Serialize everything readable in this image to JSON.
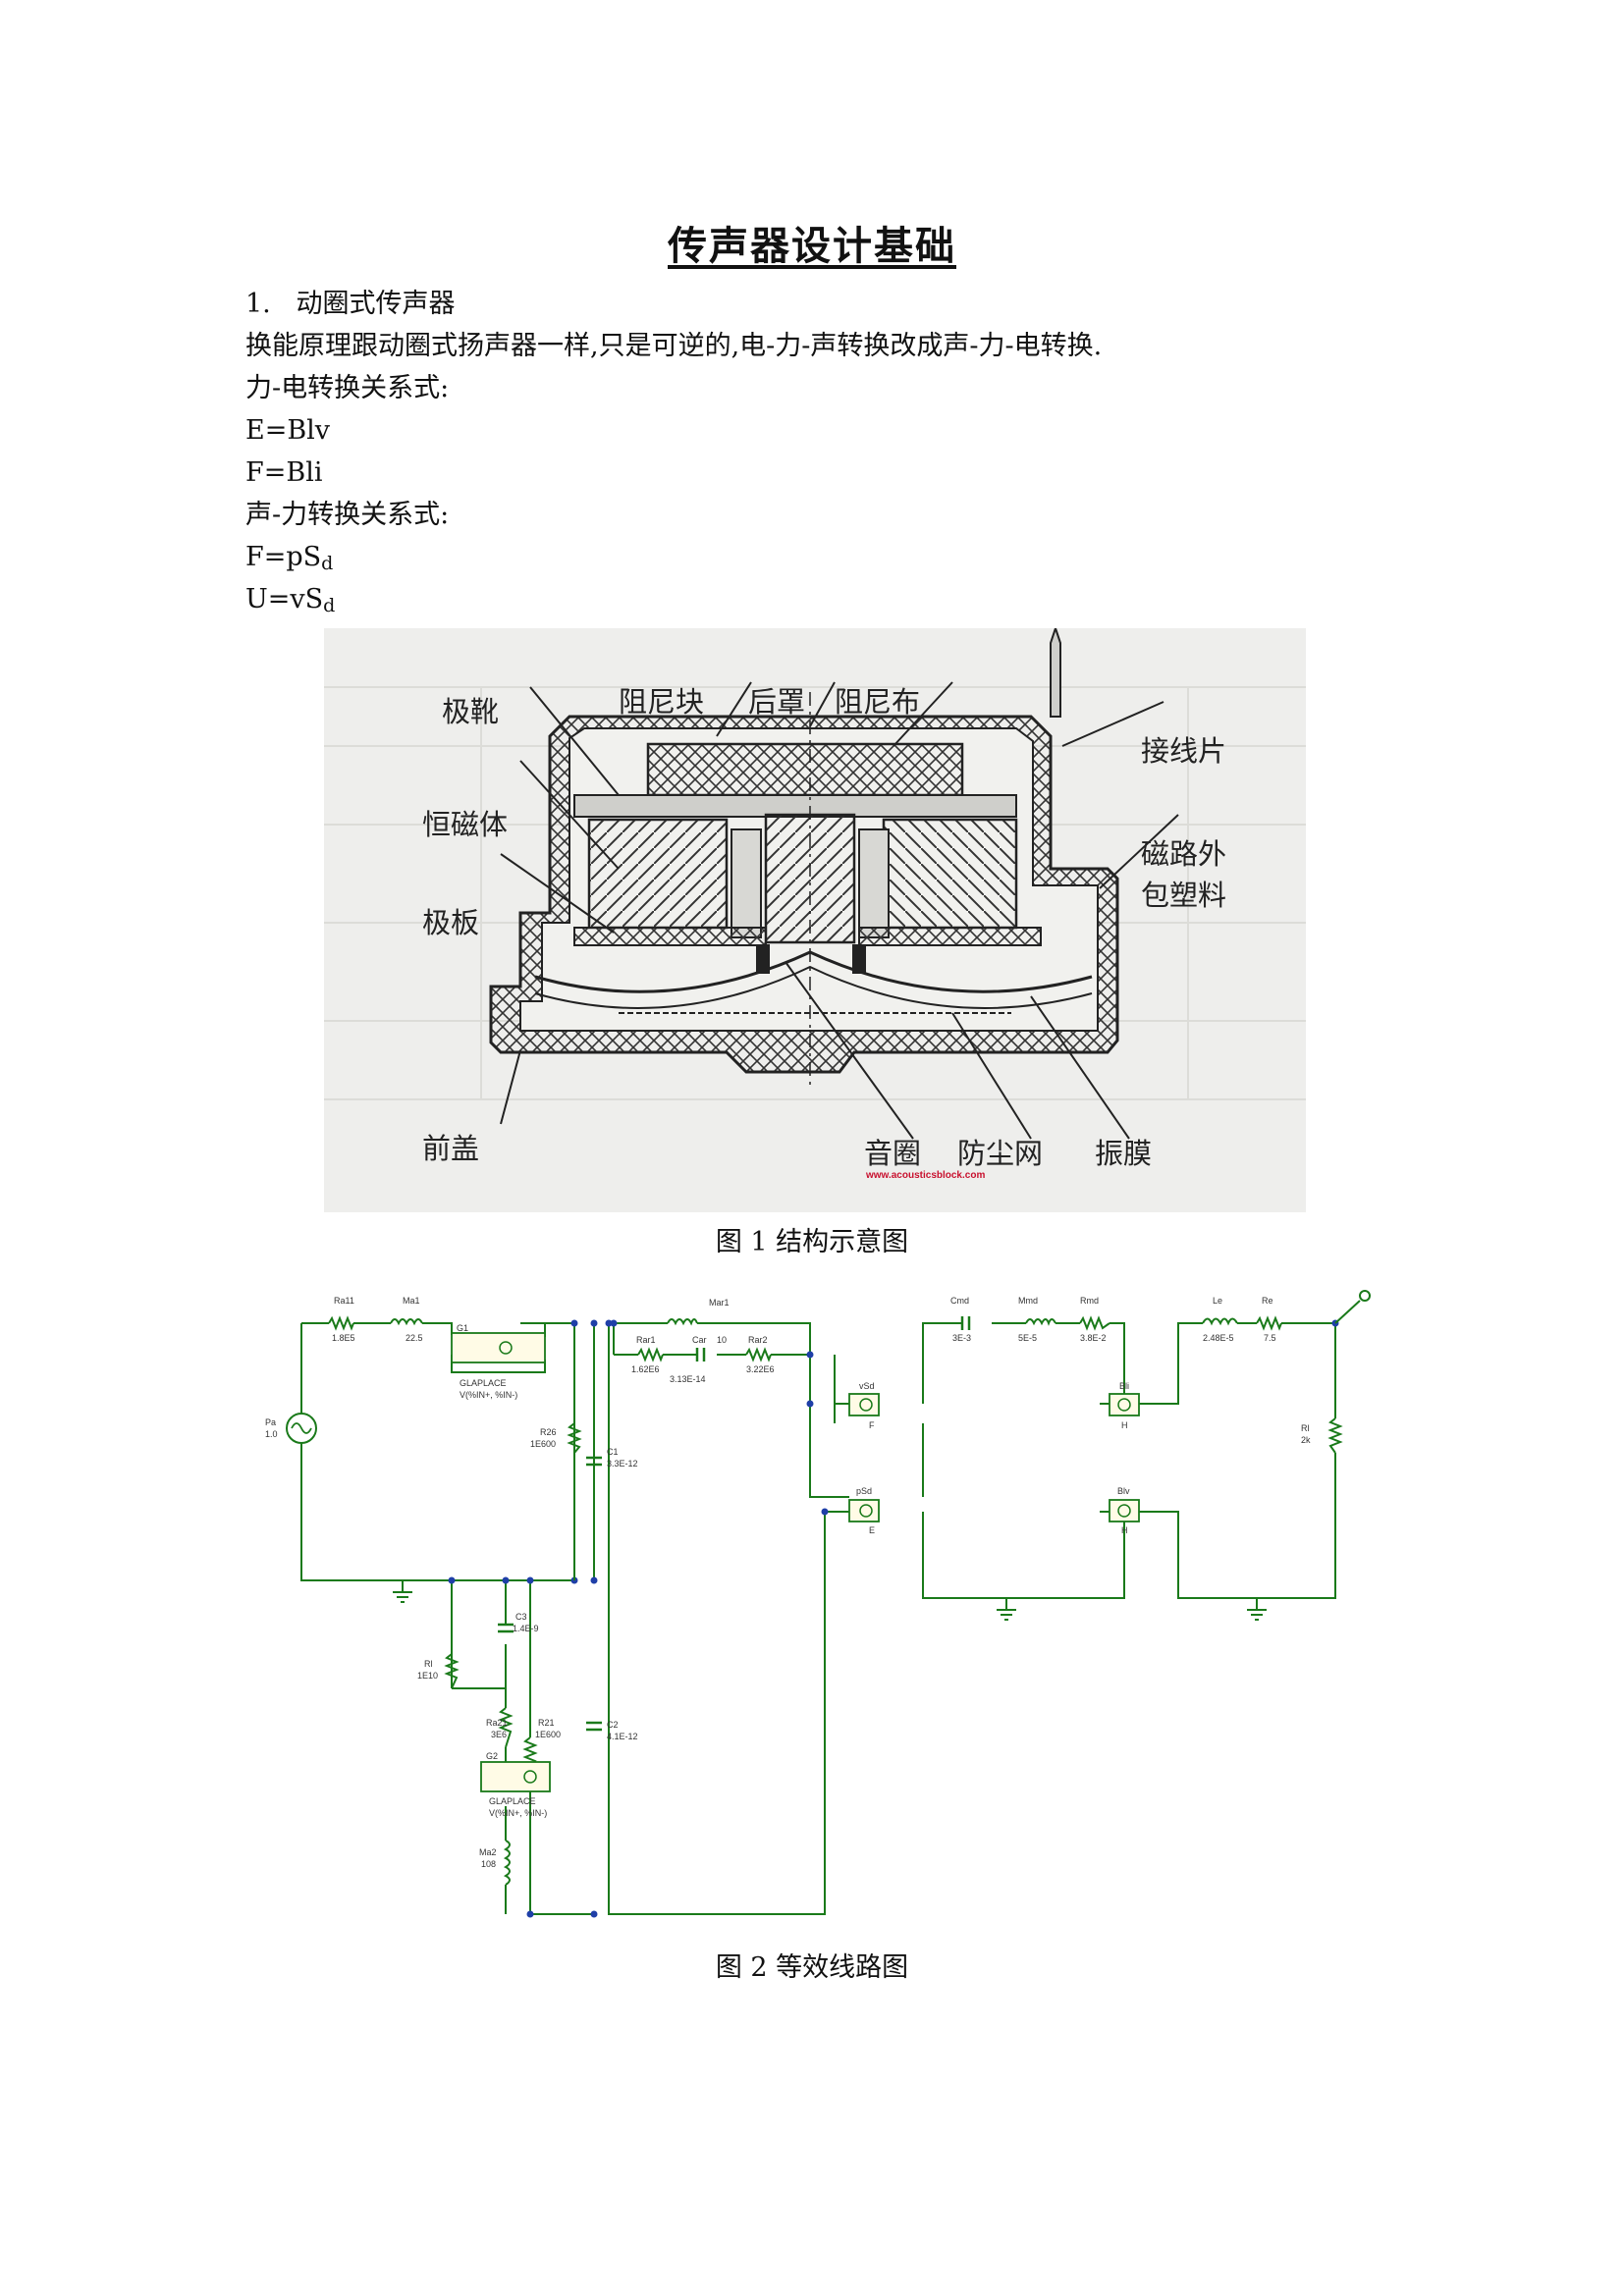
{
  "title": "传声器设计基础",
  "section": {
    "number": "1.",
    "heading": "动圈式传声器"
  },
  "paragraphs": [
    "换能原理跟动圈式扬声器一样,只是可逆的,电-力-声转换改成声-力-电转换.",
    "力-电转换关系式:"
  ],
  "formulas_electric": [
    "E=Blv",
    "F=Bli"
  ],
  "acoustic_heading": "声-力转换关系式:",
  "formulas_acoustic": [
    {
      "main": "F=pS",
      "sub": "d"
    },
    {
      "main": "U=vS",
      "sub": "d"
    }
  ],
  "figure1": {
    "caption": "图 1  结构示意图",
    "labels": {
      "jixue": "极靴",
      "zunikuai": "阻尼块",
      "houzhao": "后罩",
      "zunibu": "阻尼布",
      "jiexianpian": "接线片",
      "hengciti": "恒磁体",
      "cilu_1": "磁路外",
      "cilu_2": "包塑料",
      "jiban": "极板",
      "qiangai": "前盖",
      "yinquan": "音圈",
      "fangchenwang": "防尘网",
      "zhenmo": "振膜"
    },
    "watermark": "www.acousticsblock.com"
  },
  "figure2": {
    "caption": "图 2  等效线路图",
    "components": {
      "ra11_name": "Ra11",
      "ra11_val": "1.8E5",
      "ma1_name": "Ma1",
      "ma1_val": "22.5",
      "g1_name": "G1",
      "g1_type": "GLAPLACE",
      "g1_expr": "V(%IN+, %IN-)",
      "pa_name": "Pa",
      "pa_val": "1.0",
      "r26_name": "R26",
      "r26_val": "1E600",
      "c1_name": "C1",
      "c1_val": "3.3E-12",
      "mar1_name": "Mar1",
      "mar1_val": "10",
      "rar1_name": "Rar1",
      "rar1_val": "1.62E6",
      "car_name": "Car",
      "car_val": "3.13E-14",
      "rar2_name": "Rar2",
      "rar2_val": "3.22E6",
      "ysd_name": "vSd",
      "f_label": "F",
      "psd_name": "pSd",
      "e_label": "E",
      "cmd_name": "Cmd",
      "cmd_val": "3E-3",
      "mmd_name": "Mmd",
      "mmd_val": "5E-5",
      "rmd_name": "Rmd",
      "rmd_val": "3.8E-2",
      "bli_name": "Bli",
      "h1_label": "H",
      "blv_name": "Blv",
      "h2_label": "H",
      "le_name": "Le",
      "le_val": "2.48E-5",
      "re_name": "Re",
      "re_val": "7.5",
      "rl_name": "Rl",
      "rl_val": "2k",
      "rl2_name": "Rl",
      "rl2_val": "1E10",
      "c3_name": "C3",
      "c3_val": "1.4E-9",
      "ra21_name": "Ra21",
      "ra21_val": "3E6",
      "r21_name": "R21",
      "r21_val": "1E600",
      "c2_name": "C2",
      "c2_val": "4.1E-12",
      "g2_name": "G2",
      "g2_type": "GLAPLACE",
      "g2_expr": "V(%IN+, %IN-)",
      "ma2_name": "Ma2",
      "ma2_val": "108"
    }
  }
}
